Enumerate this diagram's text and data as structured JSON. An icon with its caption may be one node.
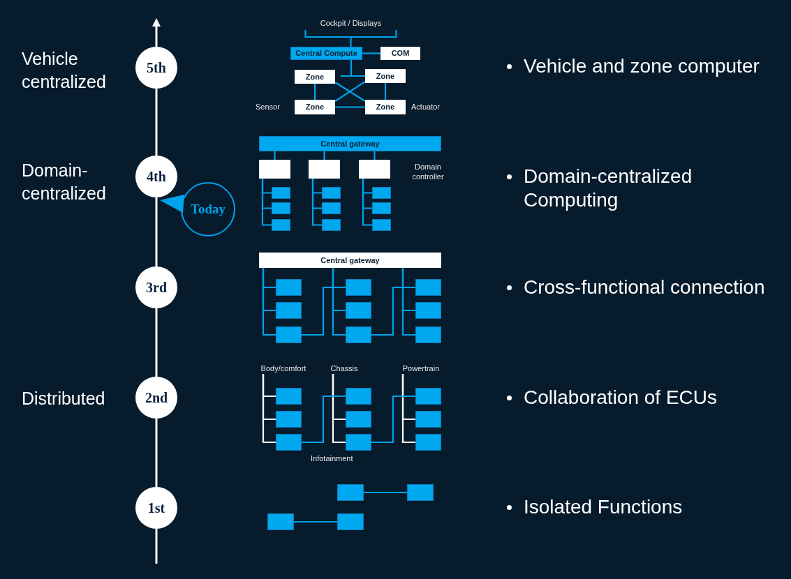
{
  "diagram": {
    "nodes": [
      {
        "text": [
          "5th"
        ]
      },
      {
        "text": [
          "Cockpit / Displays"
        ]
      },
      {
        "text": [
          "Central Compute"
        ]
      },
      {
        "text": [
          "COM"
        ]
      },
      {
        "text": [
          "Zone"
        ]
      },
      {
        "text": [
          "Zone"
        ]
      },
      {
        "text": [
          "Zone"
        ]
      },
      {
        "text": [
          "Zone"
        ]
      },
      {
        "text": [
          "4th"
        ]
      },
      {
        "text": [
          "Today"
        ]
      },
      {
        "text": [
          "Central gateway"
        ]
      },
      {
        "text": [],
        "shape": "box"
      },
      {
        "text": [],
        "shape": "box"
      },
      {
        "text": [],
        "shape": "box"
      },
      {
        "text": [],
        "shape": "box"
      },
      {
        "text": [],
        "shape": "box"
      },
      {
        "text": [],
        "shape": "box"
      },
      {
        "text": [],
        "shape": "box"
      },
      {
        "text": [],
        "shape": "box"
      },
      {
        "text": [],
        "shape": "box"
      },
      {
        "text": [],
        "shape": "box"
      },
      {
        "text": [],
        "shape": "box"
      },
      {
        "text": [],
        "shape": "box"
      },
      {
        "text": [
          "3rd"
        ]
      },
      {
        "text": [
          "Central gateway"
        ]
      },
      {
        "text": [],
        "shape": "box"
      },
      {
        "text": [],
        "shape": "box"
      },
      {
        "text": [],
        "shape": "box"
      },
      {
        "text": [],
        "shape": "box"
      },
      {
        "text": [],
        "shape": "box"
      },
      {
        "text": [],
        "shape": "box"
      },
      {
        "text": [],
        "shape": "box"
      },
      {
        "text": [],
        "shape": "box"
      },
      {
        "text": [],
        "shape": "box"
      },
      {
        "text": [
          "2nd"
        ]
      },
      {
        "text": [
          "Body/comfort"
        ]
      },
      {
        "text": [
          "Chassis"
        ]
      },
      {
        "text": [
          "Powertrain"
        ]
      },
      {
        "text": [],
        "shape": "box"
      },
      {
        "text": [],
        "shape": "box"
      },
      {
        "text": [],
        "shape": "box"
      },
      {
        "text": [],
        "shape": "box"
      },
      {
        "text": [],
        "shape": "box"
      },
      {
        "text": [],
        "shape": "box"
      },
      {
        "text": [],
        "shape": "box"
      },
      {
        "text": [],
        "shape": "box"
      },
      {
        "text": [],
        "shape": "box"
      },
      {
        "text": [
          "1st"
        ]
      },
      {
        "text": [],
        "shape": "box"
      },
      {
        "text": [],
        "shape": "box"
      },
      {
        "text": [],
        "shape": "box"
      },
      {
        "text": [],
        "shape": "box"
      }
    ],
    "edges": [
      {
        "from": 2,
        "to": 1,
        "arrow": "none"
      },
      {
        "from": 2,
        "to": 3,
        "arrow": "none"
      },
      {
        "from": 2,
        "to": 5,
        "arrow": "none"
      },
      {
        "from": 4,
        "to": 6,
        "arrow": "none"
      },
      {
        "from": 5,
        "to": 7,
        "arrow": "none"
      },
      {
        "from": 4,
        "to": 7,
        "arrow": "none"
      },
      {
        "from": 5,
        "to": 6,
        "arrow": "none"
      },
      {
        "from": 6,
        "to": 7,
        "arrow": "none"
      },
      {
        "from": 10,
        "to": 11,
        "arrow": "none"
      },
      {
        "from": 10,
        "to": 12,
        "arrow": "none"
      },
      {
        "from": 10,
        "to": 13,
        "arrow": "none"
      },
      {
        "from": 11,
        "to": 14,
        "arrow": "none"
      },
      {
        "from": 11,
        "to": 15,
        "arrow": "none"
      },
      {
        "from": 11,
        "to": 16,
        "arrow": "none"
      },
      {
        "from": 12,
        "to": 17,
        "arrow": "none"
      },
      {
        "from": 12,
        "to": 18,
        "arrow": "none"
      },
      {
        "from": 12,
        "to": 19,
        "arrow": "none"
      },
      {
        "from": 13,
        "to": 20,
        "arrow": "none"
      },
      {
        "from": 13,
        "to": 21,
        "arrow": "none"
      },
      {
        "from": 13,
        "to": 22,
        "arrow": "none"
      },
      {
        "from": 24,
        "to": 25,
        "arrow": "none"
      },
      {
        "from": 24,
        "to": 26,
        "arrow": "none"
      },
      {
        "from": 24,
        "to": 27,
        "arrow": "none"
      },
      {
        "from": 24,
        "to": 28,
        "arrow": "none"
      },
      {
        "from": 24,
        "to": 29,
        "arrow": "none"
      },
      {
        "from": 24,
        "to": 30,
        "arrow": "none"
      },
      {
        "from": 24,
        "to": 31,
        "arrow": "none"
      },
      {
        "from": 24,
        "to": 32,
        "arrow": "none"
      },
      {
        "from": 24,
        "to": 33,
        "arrow": "none"
      },
      {
        "from": 27,
        "to": 28,
        "arrow": "none"
      },
      {
        "from": 30,
        "to": 31,
        "arrow": "none"
      },
      {
        "from": 35,
        "to": 38,
        "arrow": "none",
        "color": "#ffffff"
      },
      {
        "from": 35,
        "to": 39,
        "arrow": "none",
        "color": "#ffffff"
      },
      {
        "from": 35,
        "to": 40,
        "arrow": "none",
        "color": "#ffffff"
      },
      {
        "from": 36,
        "to": 41,
        "arrow": "none",
        "color": "#ffffff"
      },
      {
        "from": 36,
        "to": 42,
        "arrow": "none",
        "color": "#ffffff"
      },
      {
        "from": 36,
        "to": 43,
        "arrow": "none",
        "color": "#ffffff"
      },
      {
        "from": 37,
        "to": 44,
        "arrow": "none",
        "color": "#ffffff"
      },
      {
        "from": 37,
        "to": 45,
        "arrow": "none",
        "color": "#ffffff"
      },
      {
        "from": 37,
        "to": 46,
        "arrow": "none",
        "color": "#ffffff"
      },
      {
        "from": 40,
        "to": 41,
        "arrow": "none"
      },
      {
        "from": 43,
        "to": 44,
        "arrow": "none"
      },
      {
        "from": 48,
        "to": 49,
        "arrow": "none"
      },
      {
        "from": 50,
        "to": 51,
        "arrow": "none"
      }
    ],
    "labels": [
      "Vehicle centralized",
      "Vehicle and zone computer",
      "Sensor",
      "Actuator",
      "Domain-centralized",
      "Domain controller",
      "Domain-centralized Computing",
      "Cross-functional connection",
      "Distributed",
      "Collaboration of ECUs",
      "Infotainment",
      "Isolated Functions"
    ]
  }
}
